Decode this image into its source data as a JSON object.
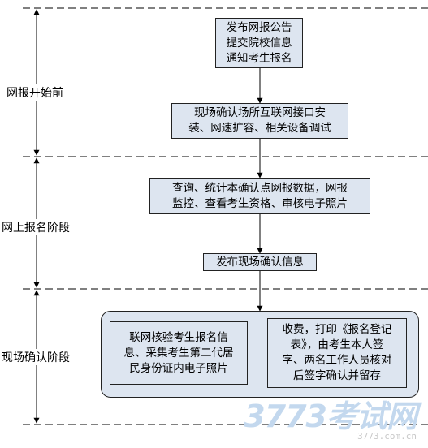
{
  "stages": [
    {
      "label": "网报开始前"
    },
    {
      "label": "网上报名阶段"
    },
    {
      "label": "现场确认阶段"
    }
  ],
  "steps": [
    {
      "lines": [
        "发布网报公告",
        "提交院校信息",
        "通知考生报名"
      ]
    },
    {
      "lines": [
        "现场确认场所互联网接口安",
        "装、网速扩容、相关设备调试"
      ]
    },
    {
      "lines": [
        "查询、统计本确认点网报数据，网报",
        "监控、查看考生资格、审核电子照片"
      ]
    },
    {
      "lines": [
        "发布现场确认信息"
      ]
    }
  ],
  "final_group": [
    {
      "lines": [
        "联网核验考生报名信",
        "息、采集考生第二代居",
        "民身份证内电子照片"
      ]
    },
    {
      "lines": [
        "收费，打印《报名登记",
        "表》，由考生本人签",
        "字、两名工作人员核对",
        "后签字确认并留存"
      ]
    }
  ],
  "watermark": {
    "logo": "3773考试网",
    "url": "3773.com.cn"
  }
}
